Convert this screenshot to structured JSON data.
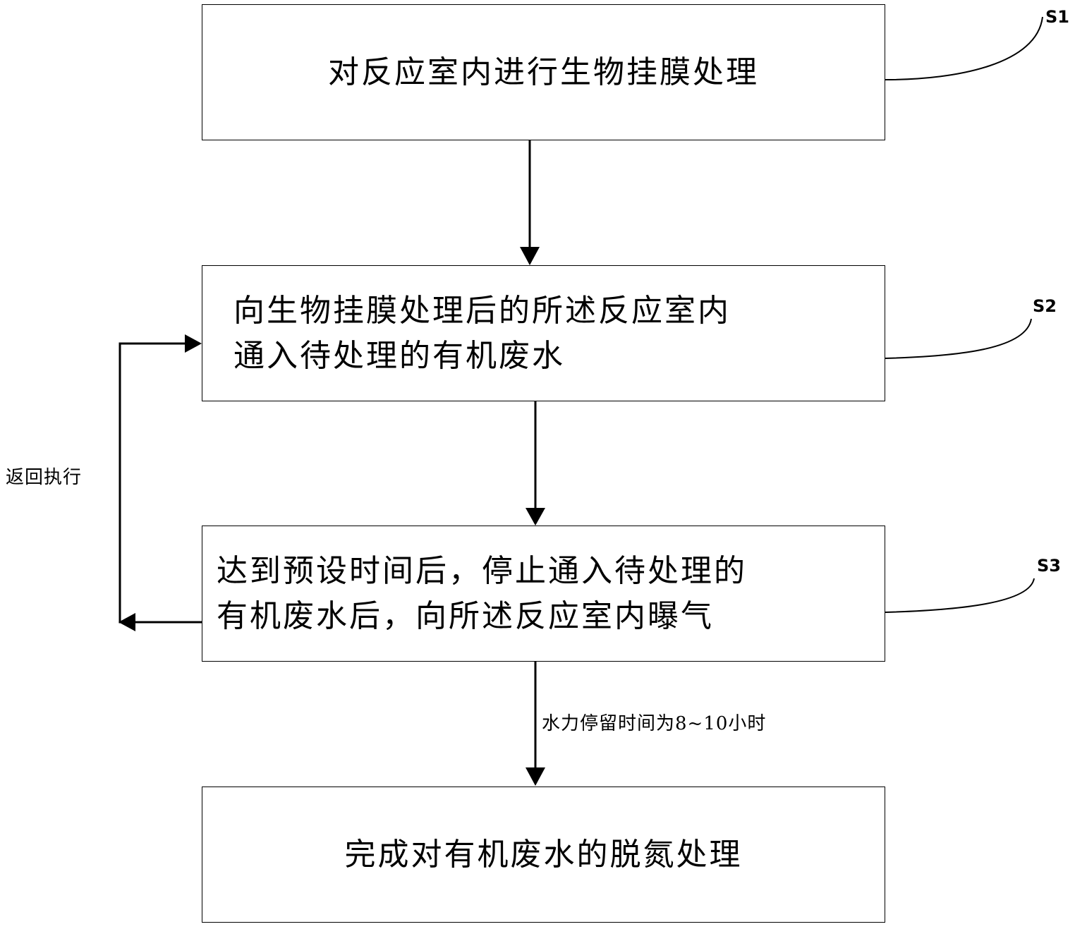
{
  "steps": {
    "s1": {
      "id": "S1",
      "text": "对反应室内进行生物挂膜处理"
    },
    "s2": {
      "id": "S2",
      "line1": "向生物挂膜处理后的所述反应室内",
      "line2": "通入待处理的有机废水"
    },
    "s3": {
      "id": "S3",
      "line1": "达到预设时间后，停止通入待处理的",
      "line2": "有机废水后，向所述反应室内曝气"
    },
    "s4": {
      "text": "完成对有机废水的脱氮处理"
    }
  },
  "edges": {
    "loop_label": "返回执行",
    "hrt_label": "水力停留时间为8~10小时"
  },
  "colors": {
    "line": "#000000",
    "background": "#ffffff"
  }
}
